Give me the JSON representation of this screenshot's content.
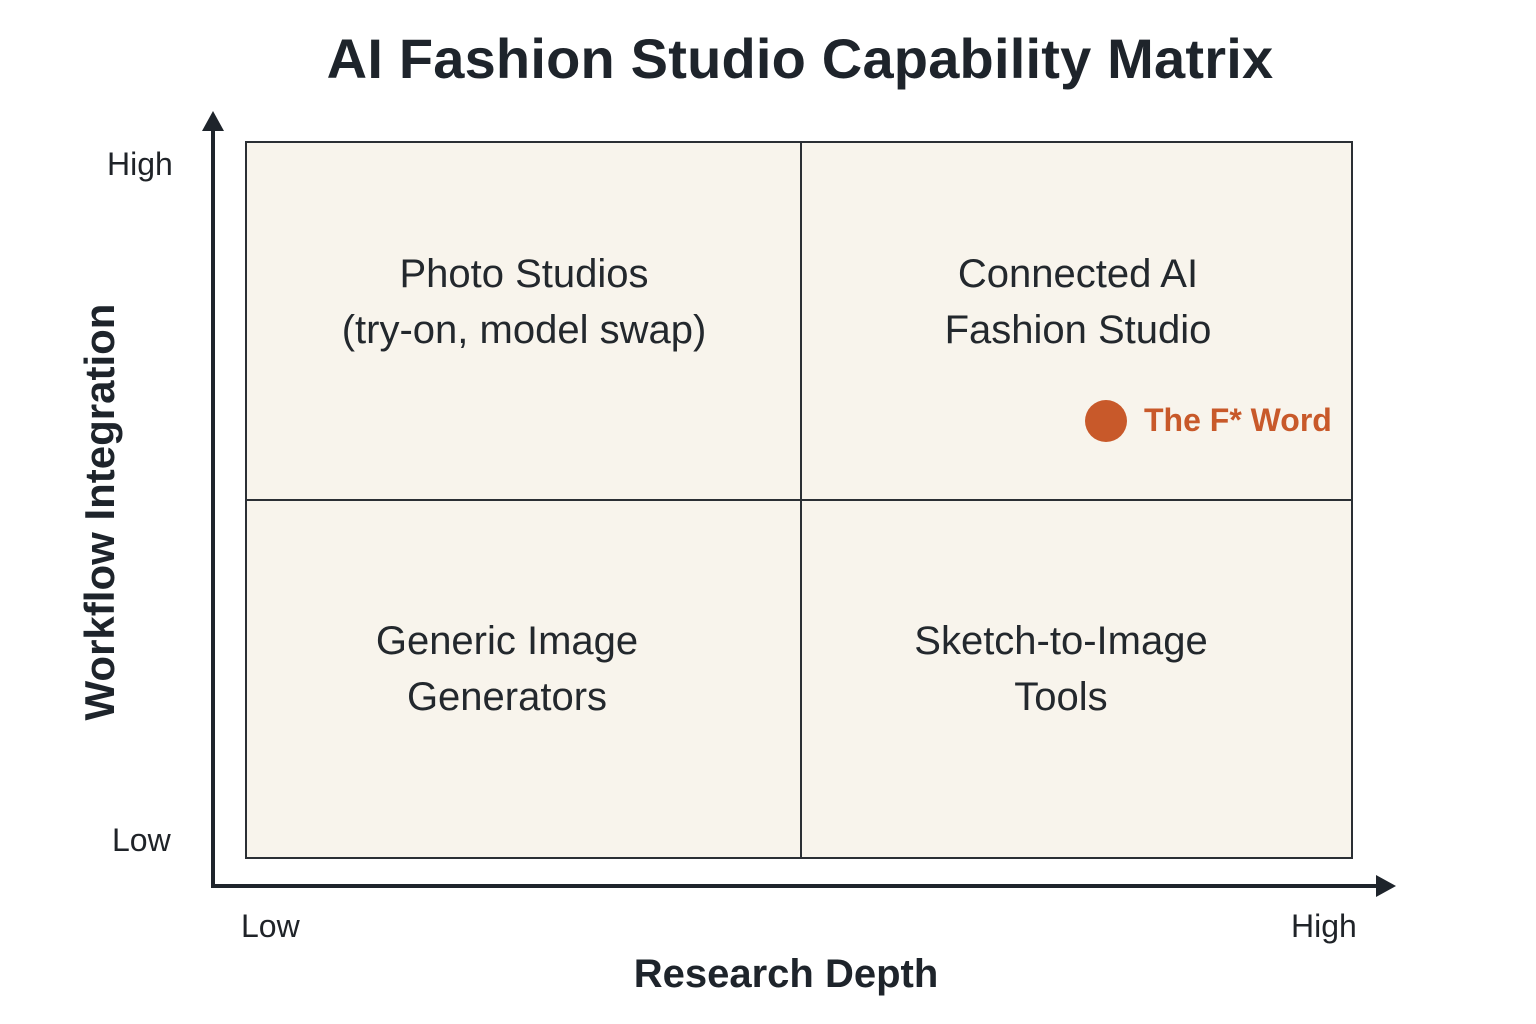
{
  "title": "AI Fashion Studio Capability Matrix",
  "axes": {
    "x": {
      "label": "Research Depth",
      "low": "Low",
      "high": "High"
    },
    "y": {
      "label": "Workflow Integration",
      "low": "Low",
      "high": "High"
    }
  },
  "quadrants": {
    "top_left": {
      "line1": "Photo Studios",
      "line2": "(try-on, model swap)"
    },
    "top_right": {
      "line1": "Connected AI",
      "line2": "Fashion Studio"
    },
    "bottom_left": {
      "line1": "Generic Image",
      "line2": "Generators"
    },
    "bottom_right": {
      "line1": "Sketch-to-Image",
      "line2": "Tools"
    }
  },
  "highlight": {
    "label": "The F* Word",
    "color": "#c8592a"
  },
  "colors": {
    "quadrant_fill": "#f8f4ec",
    "lines": "#2b2f34",
    "text": "#1e242b"
  }
}
